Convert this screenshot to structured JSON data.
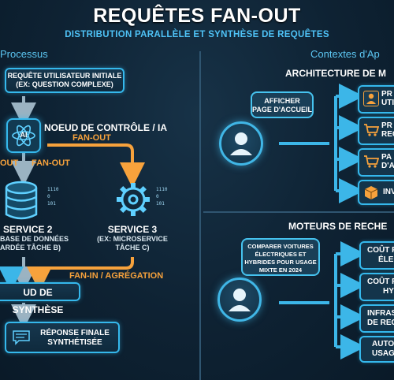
{
  "header": {
    "title": "REQUÊTES FAN-OUT",
    "subtitle": "DISTRIBUTION PARALLÈLE ET SYNTHÈSE DE REQUÊTES"
  },
  "left": {
    "section": "Processus",
    "query_box": [
      "REQUÊTE UTILISATEUR INITIALE",
      "(EX: QUESTION COMPLEXE)"
    ],
    "control_node": "NOEUD DE CONTRÔLE / IA",
    "fanout_top": "FAN-OUT",
    "fanout_left_out": "OUT",
    "fanout_mid": "FAN-OUT",
    "service2": {
      "title": "SERVICE 2",
      "desc": [
        "BASE DE DONNÉES",
        "ARDÉE TÂCHE B)"
      ]
    },
    "service3": {
      "title": "SERVICE 3",
      "desc": [
        "(EX: MICROSERVICE",
        "TÂCHE C)"
      ]
    },
    "fanin": "FAN-IN / AGRÉGATION",
    "synthesis": "UD DE SYNTHÈSE",
    "final": [
      "RÉPONSE FINALE",
      "SYNTHÉTISÉE"
    ],
    "ai_label": "AI",
    "data_bits": [
      "1110",
      "0",
      "101"
    ]
  },
  "right": {
    "section": "Contextes d'Ap",
    "arch_title": "ARCHITECTURE DE M",
    "arch_bubble": [
      "AFFICHER",
      "PAGE D'ACCUEIL"
    ],
    "arch_items": [
      {
        "icon": "user-icon",
        "lines": [
          "PR",
          "UTI"
        ]
      },
      {
        "icon": "cart-icon",
        "lines": [
          "PR",
          "REC"
        ]
      },
      {
        "icon": "cart-icon",
        "lines": [
          "PA",
          "D'A"
        ]
      },
      {
        "icon": "box-icon",
        "lines": [
          "INV"
        ]
      }
    ],
    "search_title": "MOTEURS DE RECHE",
    "search_bubble": [
      "COMPARER VOITURES",
      "ÉLECTRIQUES ET",
      "HYBRIDES POUR USAGE",
      "MIXTE EN 2024"
    ],
    "search_items": [
      [
        "COÛT P",
        "ÉLEC"
      ],
      [
        "COÛT P",
        "HY"
      ],
      [
        "INFRAS",
        "DE RECH"
      ],
      [
        "AUTO",
        "USAG"
      ]
    ]
  },
  "colors": {
    "accent": "#35b8ec",
    "orange": "#f7a23c",
    "arrow": "#9bb3c2"
  }
}
